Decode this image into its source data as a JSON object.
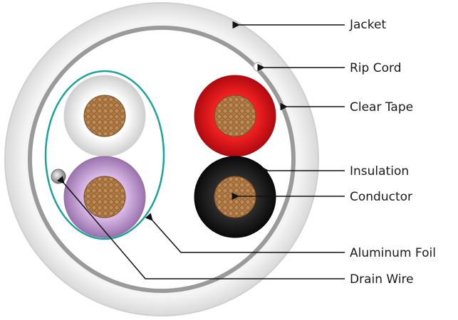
{
  "labels": {
    "jacket": "Jacket",
    "rip_cord": "Rip Cord",
    "clear_tape": "Clear Tape",
    "insulation": "Insulation",
    "conductor": "Conductor",
    "aluminum_foil": "Aluminum Foil",
    "drain_wire": "Drain Wire"
  },
  "colors": {
    "jacket": "#e6e6e6",
    "clear_tape": "#9a9a9a",
    "foil": "#1aa39a",
    "insulation_white": "#eeeeee",
    "insulation_purple": "#bf9ad0",
    "insulation_red": "#e0141a",
    "insulation_black": "#1c1c1c",
    "conductor": "#b07a45"
  }
}
